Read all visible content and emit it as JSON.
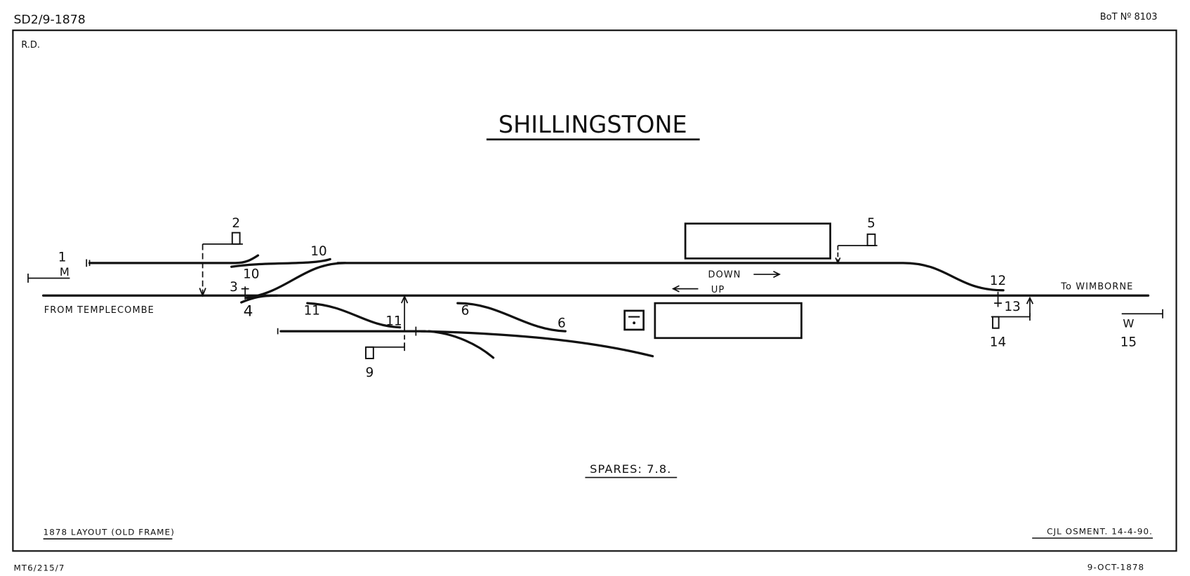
{
  "header": {
    "ref_left": "SD2/9-1878",
    "ref_right": "BoT Nº 8103",
    "corner": "R.D."
  },
  "title": "SHILLINGSTONE",
  "directions": {
    "from": "FROM TEMPLECOMBE",
    "to": "To WIMBORNE",
    "down": "DOWN",
    "up": "UP"
  },
  "levers": {
    "l1": "1",
    "l2": "2",
    "l3": "3",
    "l4": "4",
    "l5": "5",
    "l6a": "6",
    "l6b": "6",
    "l9": "9",
    "l10a": "10",
    "l10b": "10",
    "l11a": "11",
    "l11b": "11",
    "l12": "12",
    "l13": "13",
    "l14": "14",
    "l15": "15",
    "m": "M",
    "w": "W"
  },
  "spares": "SPARES: 7.8.",
  "footer": {
    "layout": "1878 LAYOUT (OLD FRAME)",
    "author": "CJL OSMENT. 14-4-90.",
    "ref_bottom": "MT6/215/7",
    "date": "9-OCT-1878"
  }
}
